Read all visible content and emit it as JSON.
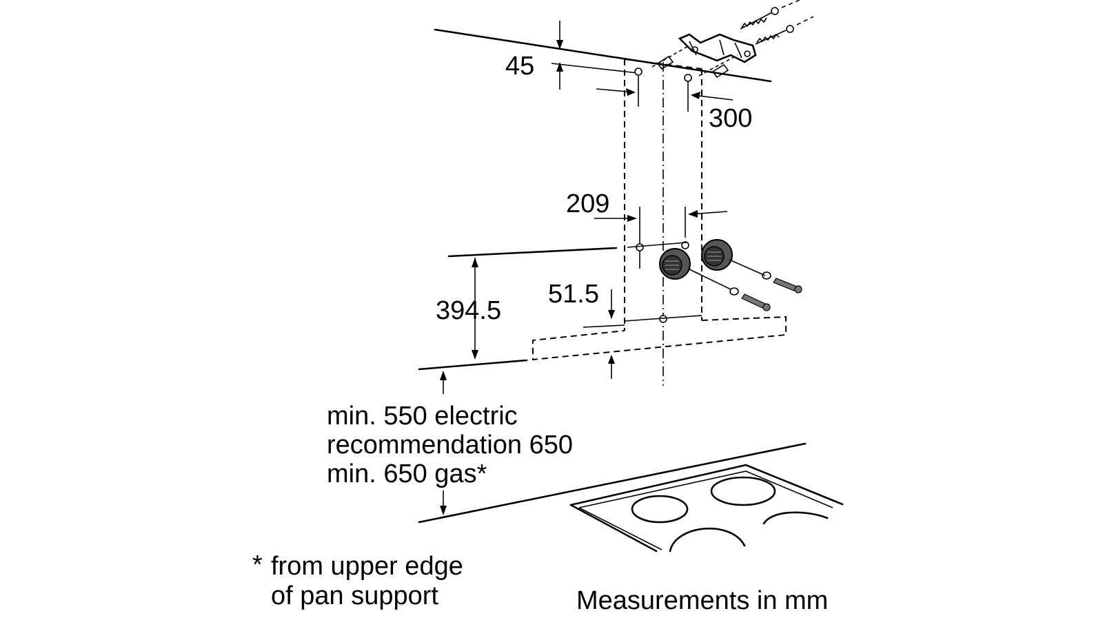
{
  "labels": {
    "dim_top": "45",
    "dim_hole_spacing_top": "300",
    "dim_hole_spacing_mid": "209",
    "dim_height": "394.5",
    "dim_offset": "51.5",
    "min_clearance_line1": "min. 550 electric",
    "min_clearance_line2": "recommendation 650",
    "min_clearance_line3": "min. 650 gas*",
    "footnote_line1": "from upper edge",
    "footnote_line2": "of pan support",
    "footnote_marker": "*",
    "units_note": "Measurements in mm"
  },
  "icons": {
    "wall_anchor": "wall-plug-screw-icon",
    "mounting_bracket": "bracket-icon",
    "cooktop": "cooktop-icon"
  }
}
